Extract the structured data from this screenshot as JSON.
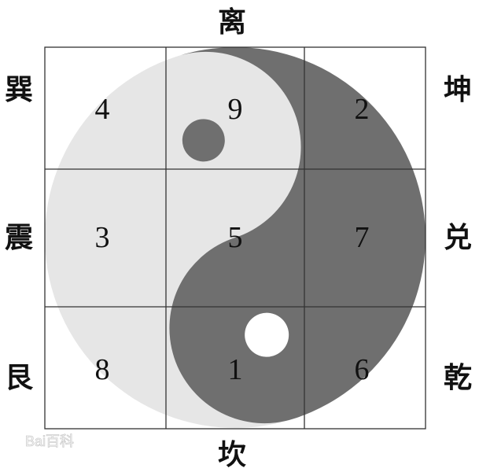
{
  "colors": {
    "light": "#e6e6e6",
    "dark": "#6f6f6f",
    "grid": "#333333"
  },
  "grid": [
    [
      "4",
      "9",
      "2"
    ],
    [
      "3",
      "5",
      "7"
    ],
    [
      "8",
      "1",
      "6"
    ]
  ],
  "trigrams": {
    "top": "离",
    "bottom": "坎",
    "top_left": "巽",
    "left": "震",
    "bottom_left": "艮",
    "top_right": "坤",
    "right": "兑",
    "bottom_right": "乾"
  },
  "watermark": "Bai百科"
}
